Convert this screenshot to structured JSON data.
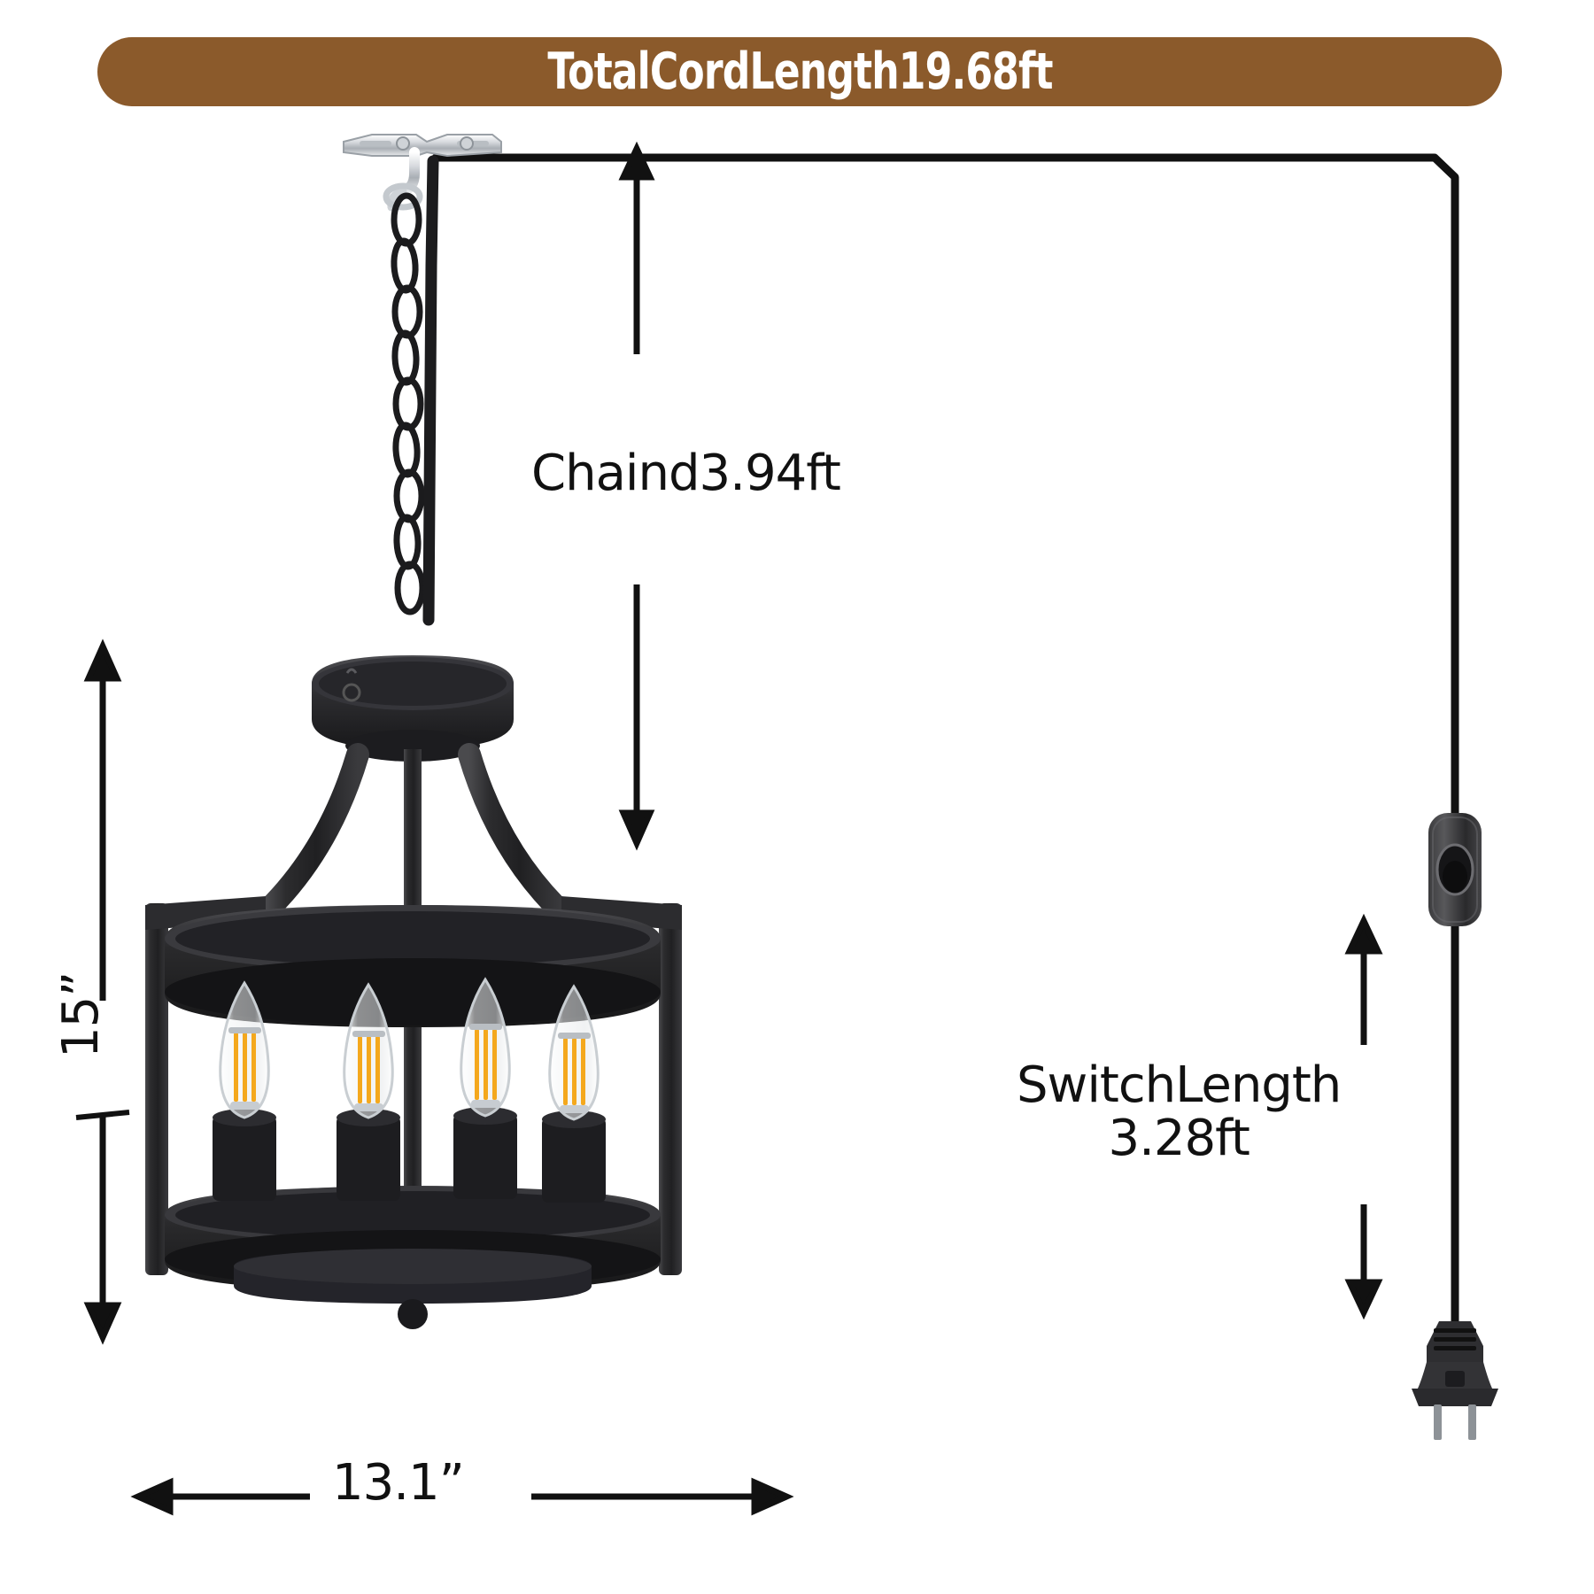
{
  "banner": {
    "text": "TotalCordLength19.68ft",
    "bg_color": "#8B5A2B",
    "text_color": "#FFFFFF"
  },
  "labels": {
    "chain": "Chaind3.94ft",
    "switch_line1": "SwitchLength",
    "switch_line2": "3.28ft",
    "height": "15”",
    "width": "13.1”"
  },
  "product": {
    "name": "4-light plug-in drum lantern chandelier",
    "finish_color": "#2b2b2d",
    "bulb_count": 4,
    "filament_color": "#F4A81D",
    "bracket_color": "#d9dce0",
    "cord_color": "#111111"
  },
  "measurements": {
    "total_cord_length": "19.68ft",
    "chain_length": "3.94ft",
    "switch_length": "3.28ft",
    "fixture_height": "15”",
    "fixture_width": "13.1”"
  },
  "icons": {
    "ceiling_bracket": "ceiling-bracket-icon",
    "chain": "chain-icon",
    "canopy": "canopy-icon",
    "drum_cage": "drum-cage-icon",
    "bulb": "candle-bulb-icon",
    "rocker_switch": "rocker-switch-icon",
    "plug": "two-prong-plug-icon",
    "arrow": "dimension-arrow-icon"
  }
}
